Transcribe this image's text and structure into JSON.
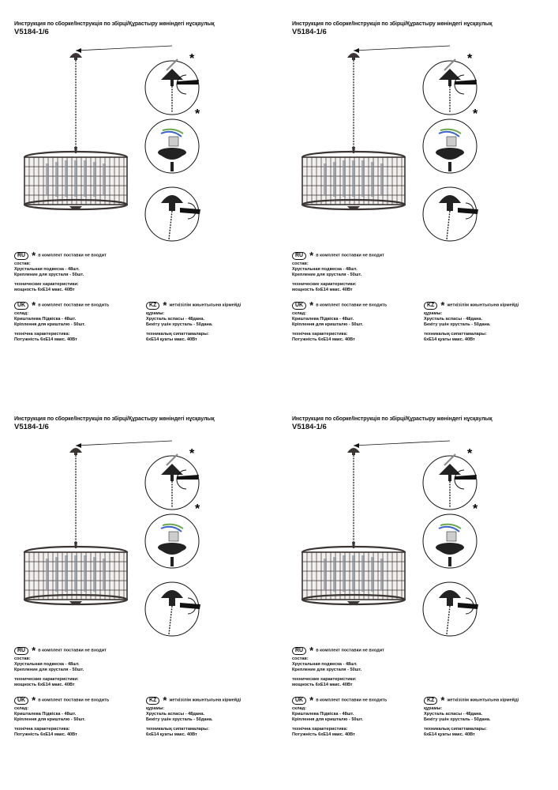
{
  "title": "Инструкция по сборке/Інструкція по збірці/Құрастыру жөніндегі нұсқаулық",
  "model": "V5184-1/6",
  "ru": {
    "badge": "RU",
    "note": "в комплект поставки не входит",
    "composition_label": "состав:",
    "line1": "Хрустальная подвеска - 48шт.",
    "line2": "Крепление для хрусталя - 50шт.",
    "specs_label": "технические характеристики:",
    "power": "мощность 6хЕ14 макс. 40Вт"
  },
  "uk": {
    "badge": "UK",
    "note": "в комплект поставки не входить",
    "composition_label": "склад:",
    "line1": "Кришталева Підвіска - 48шт.",
    "line2": "Кріплення для кришталю - 50шт.",
    "specs_label": "технічна характеристика:",
    "power": "Потужність 6хЕ14 макс. 40Вт"
  },
  "kz": {
    "badge": "KZ",
    "note": "жеткізілім жиынтығына кірмейді",
    "composition_label": "құрамы:",
    "line1": "Хрусталь аспасы - 48дана.",
    "line2": "Бекіту үшін хрусталь - 50дана.",
    "specs_label": "техникалық сипаттамалары:",
    "power": "6хЕ14 қуаты макс. 40Вт"
  },
  "icons": [
    "chandelier-illustration",
    "ceiling-cup-icon",
    "wiring-icon",
    "screw-rotate-icon",
    "asterisk-icon"
  ],
  "colors": {
    "ink": "#111111",
    "metal": "#3a3433",
    "wire_blue": "#3b62c9",
    "wire_green": "#6aa84f"
  }
}
